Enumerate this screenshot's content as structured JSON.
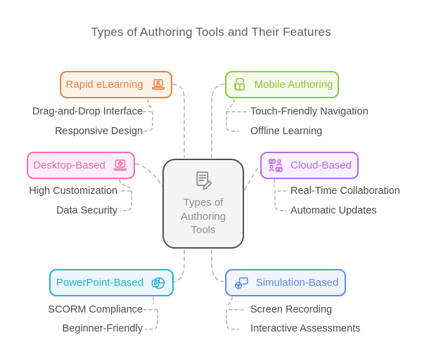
{
  "title": "Types of Authoring Tools and Their Features",
  "center": {
    "icon": "document-pencil-icon",
    "lines": [
      "Types of",
      "Authoring",
      "Tools"
    ],
    "border_color": "#4f4f4f",
    "bg": "#f4f4f4",
    "text_color": "#8e8e8e"
  },
  "connector_color": "#adadad",
  "title_color": "#5d5d5d",
  "feature_text_color": "#4a4a4a",
  "nodes": {
    "rapid": {
      "label": "Rapid eLearning",
      "icon": "elearning-laptop-icon",
      "accent": "#e8823d",
      "bg": "#fdf2e7",
      "features": [
        "Drag-and-Drop Interface",
        "Responsive Design"
      ]
    },
    "mobile": {
      "label": "Mobile Authoring",
      "icon": "mobile-book-icon",
      "accent": "#8cc63f",
      "bg": "#f5faeb",
      "features": [
        "Touch-Friendly Navigation",
        "Offline Learning"
      ]
    },
    "desktop": {
      "label": "Desktop-Based",
      "icon": "laptop-gear-icon",
      "accent": "#f06eb2",
      "bg": "#fdedf6",
      "features": [
        "High Customization",
        "Data Security"
      ]
    },
    "cloud": {
      "label": "Cloud-Based",
      "icon": "people-chat-icon",
      "accent": "#b26ce3",
      "bg": "#f8f0fd",
      "features": [
        "Real-Time Collaboration",
        "Automatic Updates"
      ]
    },
    "powerpoint": {
      "label": "PowerPoint-Based",
      "icon": "powerpoint-pie-icon",
      "accent": "#29afd9",
      "bg": "#ebf7fc",
      "features": [
        "SCORM Compliance",
        "Beginner-Friendly"
      ]
    },
    "simulation": {
      "label": "Simulation-Based",
      "icon": "simulation-wheel-icon",
      "accent": "#5e8ce6",
      "bg": "#eff4fd",
      "features": [
        "Screen Recording",
        "Interactive Assessments"
      ]
    }
  }
}
